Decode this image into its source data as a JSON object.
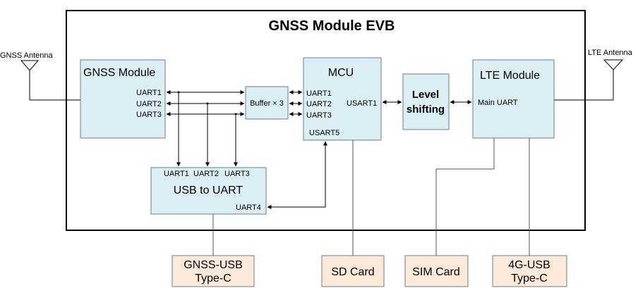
{
  "title": "GNSS Module EVB",
  "antennas": {
    "gnss": "GNSS Antenna",
    "lte": "LTE Antenna"
  },
  "gnss_module": {
    "label": "GNSS Module",
    "ports": [
      "UART1",
      "UART2",
      "UART3"
    ]
  },
  "buffer": {
    "label": "Buffer × 3"
  },
  "mcu": {
    "label": "MCU",
    "ports": [
      "UART1",
      "UART2",
      "UART3"
    ],
    "usart1": "USART1",
    "usart5": "USART5"
  },
  "level_shifting": {
    "line1": "Level",
    "line2": "shifting"
  },
  "lte_module": {
    "label": "LTE Module",
    "port": "Main UART"
  },
  "usb_uart": {
    "label": "USB to UART",
    "ports": [
      "UART1",
      "UART2",
      "UART3"
    ],
    "uart4": "UART4"
  },
  "connectors": {
    "gnss_usb": {
      "line1": "GNSS-USB",
      "line2": "Type-C"
    },
    "sd_card": "SD Card",
    "sim_card": "SIM Card",
    "lte_usb": {
      "line1": "4G-USB",
      "line2": "Type-C"
    }
  }
}
